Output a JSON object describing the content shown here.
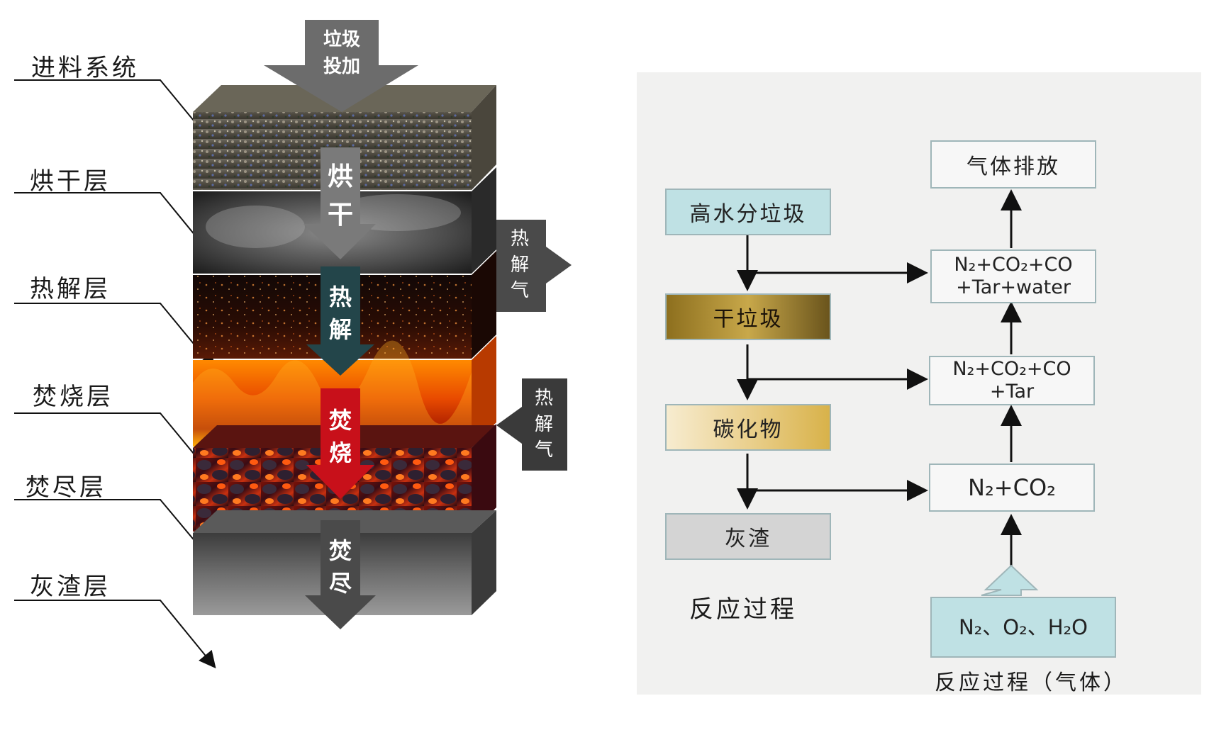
{
  "layers": {
    "feed": "进料系统",
    "dry": "烘干层",
    "pyrolysis": "热解层",
    "burn": "焚烧层",
    "burnout": "焚尽层",
    "ash": "灰渣层"
  },
  "arrows": {
    "input": "垃圾投加",
    "dry": "烘干",
    "pyrolysis": "热解",
    "burn": "焚烧",
    "burnout": "焚尽"
  },
  "side_tags": {
    "out": "热解气",
    "in": "热解气"
  },
  "flow": {
    "left_boxes": [
      "高水分垃圾",
      "干垃圾",
      "碳化物",
      "灰渣"
    ],
    "exhaust": "气体排放",
    "gas1_line1": "N₂+CO₂+CO",
    "gas1_line2": "+Tar+water",
    "gas2_line1": "N₂+CO₂+CO",
    "gas2_line2": "+Tar",
    "gas3": "N₂+CO₂",
    "inlet": "N₂、O₂、H₂O",
    "caption_left": "反应过程",
    "caption_right": "反应过程（气体）"
  },
  "colors": {
    "panel": "#f1f1f0",
    "box_border": "#9fb6b9",
    "light_cyan": "#bfe1e4",
    "gold": "#a8892d",
    "pale_gold": "#ecd58f",
    "ash_gray": "#d4d4d4",
    "arrow_gray": "#6c6c6c",
    "arrow_teal": "#23454a",
    "arrow_red": "#c8101a",
    "arrow_dark": "#4a4a4a"
  }
}
